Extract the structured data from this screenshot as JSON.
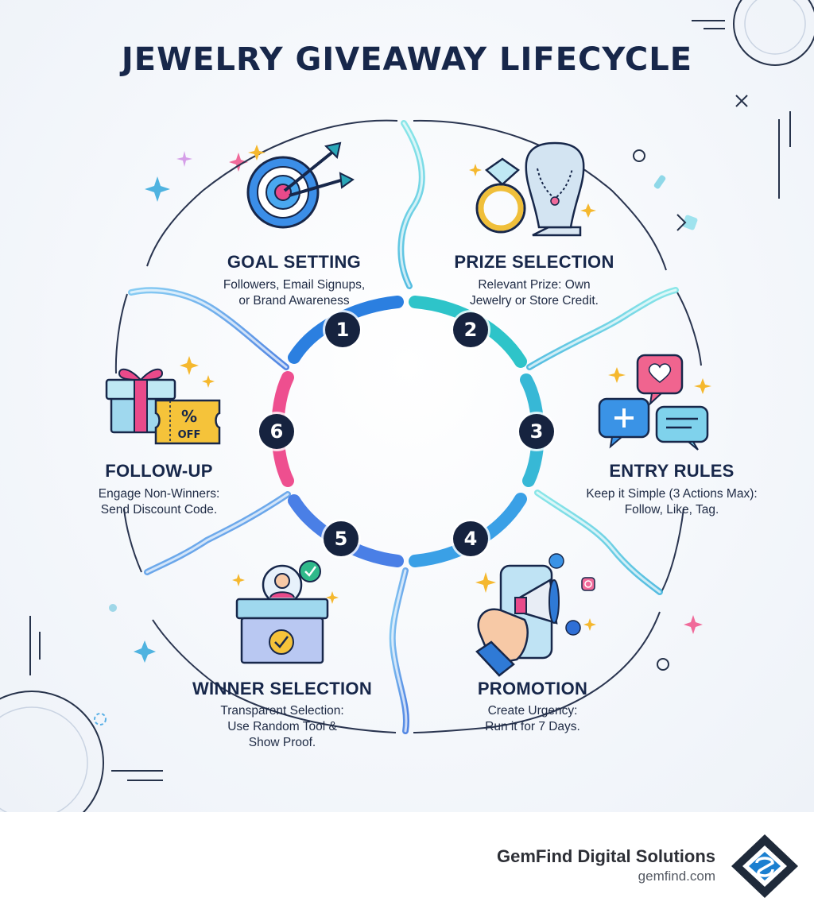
{
  "title": "JEWELRY GIVEAWAY LIFECYCLE",
  "steps": [
    {
      "number": "1",
      "label": "GOAL SETTING",
      "desc": [
        "Followers, Email Signups,",
        "or Brand Awareness"
      ],
      "icon": "target-icon",
      "color": "#2b7fe0"
    },
    {
      "number": "2",
      "label": "PRIZE SELECTION",
      "desc": [
        "Relevant Prize: Own",
        "Jewelry or Store Credit."
      ],
      "icon": "ring-necklace-icon",
      "color": "#2ec4c9"
    },
    {
      "number": "3",
      "label": "ENTRY RULES",
      "desc": [
        "Keep it Simple (3 Actions Max):",
        "Follow, Like, Tag."
      ],
      "icon": "social-chat-icon",
      "color": "#37b8d6"
    },
    {
      "number": "4",
      "label": "PROMOTION",
      "desc": [
        "Create Urgency:",
        "Run it for 7 Days."
      ],
      "icon": "megaphone-phone-icon",
      "color": "#3aa0e6"
    },
    {
      "number": "5",
      "label": "WINNER SELECTION",
      "desc": [
        "Transparent Selection:",
        "Use Random Tool &",
        "Show Proof."
      ],
      "icon": "ballot-box-icon",
      "color": "#4a7fe6"
    },
    {
      "number": "6",
      "label": "FOLLOW-UP",
      "desc": [
        "Engage Non-Winners:",
        "Send Discount Code."
      ],
      "icon": "gift-coupon-icon",
      "color": "#ee4f8f"
    }
  ],
  "coupon_text": [
    "%",
    "OFF"
  ],
  "footer": {
    "brand_name": "GemFind Digital Solutions",
    "brand_url": "gemfind.com",
    "logo": "gemfind-logo-icon"
  }
}
